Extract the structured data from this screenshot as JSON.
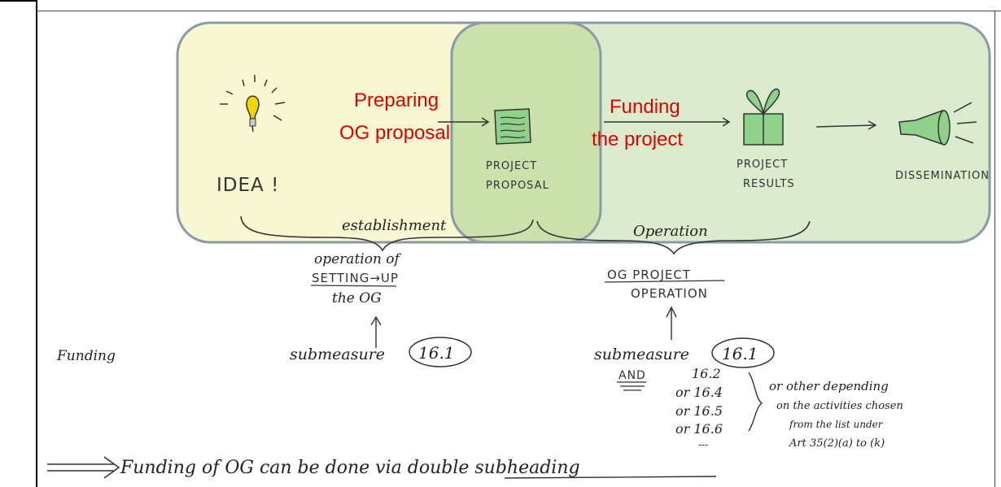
{
  "phases": {
    "left": {
      "color": "#f7f7cf"
    },
    "right": {
      "color": "#d9ebcb"
    },
    "middle": {
      "color": "#c8e0a8"
    },
    "border": "#8a9aa6"
  },
  "flow": {
    "preparing_line1": "Preparing",
    "preparing_line2": "OG proposal",
    "funding_line1": "Funding",
    "funding_line2": "the project",
    "red": "#e00000"
  },
  "steps": {
    "idea": "IDEA !",
    "proposal_line1": "PROJECT",
    "proposal_line2": "PROPOSAL",
    "results_line1": "PROJECT",
    "results_line2": "RESULTS",
    "dissemination": "DISSEMINATION"
  },
  "phase_labels": {
    "establishment": "establishment",
    "operation": "Operation"
  },
  "left_branch": {
    "line1": "operation of",
    "line2": "SETTING→UP",
    "line3": "the OG",
    "submeasure": "submeasure",
    "code": "16.1"
  },
  "right_branch": {
    "line1": "OG PROJECT",
    "line2": "OPERATION",
    "submeasure": "submeasure",
    "code": "16.1",
    "and": "AND",
    "options": [
      "16.2",
      "or 16.4",
      "or 16.5",
      "or 16.6",
      "---"
    ],
    "note_line1": "or other depending",
    "note_line2": "on the activities chosen",
    "note_line3": "from the list under",
    "note_line4": "Art 35(2)(a) to (k)"
  },
  "side_label": "Funding",
  "conclusion": {
    "prefix": "Funding of OG can be done via ",
    "underlined": "double subheading"
  }
}
